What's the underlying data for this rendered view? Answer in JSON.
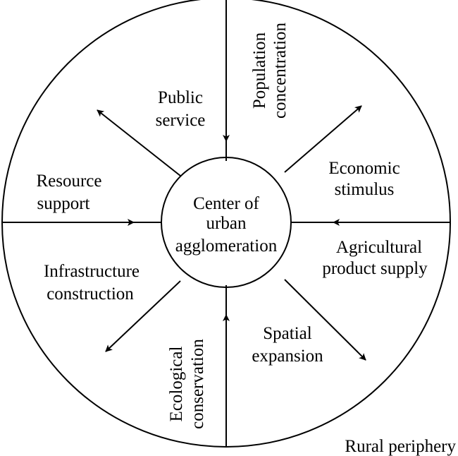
{
  "diagram": {
    "center": {
      "lines": [
        "Center of",
        "urban",
        "agglomeration"
      ]
    },
    "flows": [
      {
        "id": "public-service",
        "lines": [
          "Public",
          "service"
        ],
        "direction": "outward"
      },
      {
        "id": "population-concentration",
        "lines": [
          "Population",
          "concentration"
        ],
        "direction": "inward"
      },
      {
        "id": "economic-stimulus",
        "lines": [
          "Economic",
          "stimulus"
        ],
        "direction": "outward"
      },
      {
        "id": "resource-support",
        "lines": [
          "Resource",
          "support"
        ],
        "direction": "inward"
      },
      {
        "id": "agricultural-product-supply",
        "lines": [
          "Agricultural",
          "product supply"
        ],
        "direction": "inward"
      },
      {
        "id": "infrastructure-construction",
        "lines": [
          "Infrastructure",
          "construction"
        ],
        "direction": "outward"
      },
      {
        "id": "spatial-expansion",
        "lines": [
          "Spatial",
          "expansion"
        ],
        "direction": "outward"
      },
      {
        "id": "ecological-conservation",
        "lines": [
          "Ecological",
          "conservation"
        ],
        "direction": "inward"
      }
    ],
    "periphery_label": "Rural periphery",
    "colors": {
      "stroke": "#000000",
      "background": "#ffffff"
    }
  }
}
